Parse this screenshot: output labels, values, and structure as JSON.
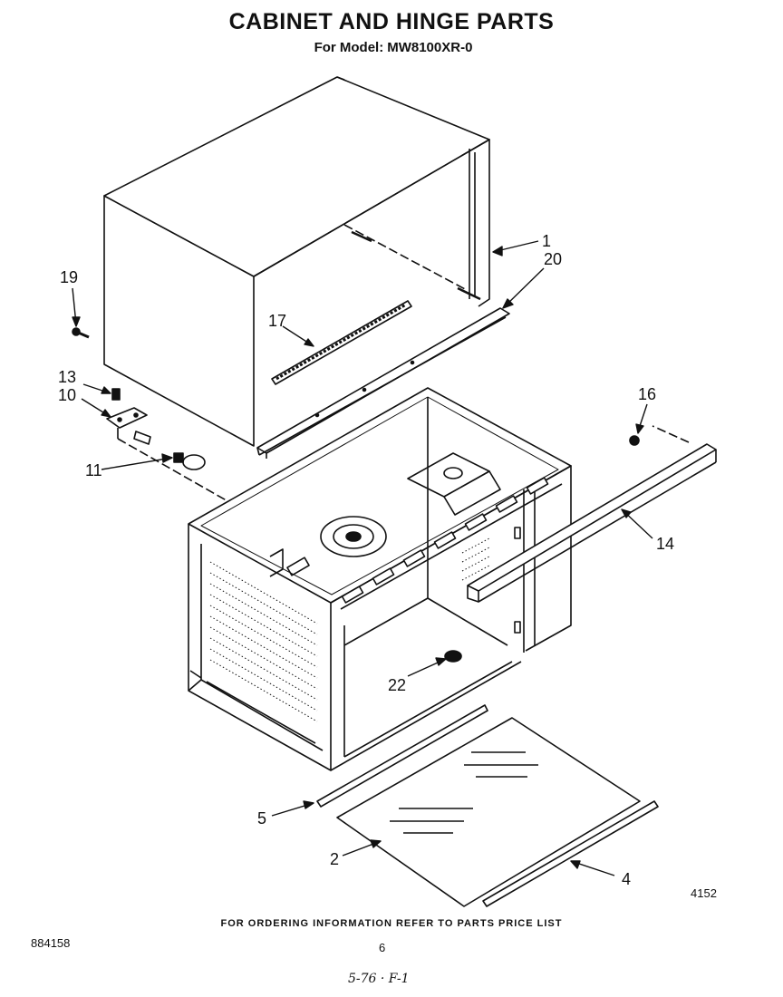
{
  "header": {
    "title": "CABINET AND HINGE PARTS",
    "model_label": "For Model:",
    "model_number": "MW8100XR-0"
  },
  "callouts": [
    {
      "id": "1",
      "text": "1"
    },
    {
      "id": "2",
      "text": "2"
    },
    {
      "id": "4",
      "text": "4"
    },
    {
      "id": "5",
      "text": "5"
    },
    {
      "id": "10",
      "text": "10"
    },
    {
      "id": "11",
      "text": "11"
    },
    {
      "id": "13",
      "text": "13"
    },
    {
      "id": "14",
      "text": "14"
    },
    {
      "id": "16",
      "text": "16"
    },
    {
      "id": "17",
      "text": "17"
    },
    {
      "id": "19",
      "text": "19"
    },
    {
      "id": "20",
      "text": "20"
    },
    {
      "id": "22",
      "text": "22"
    }
  ],
  "footer": {
    "figure_code": "4152",
    "ordering_note": "FOR ORDERING INFORMATION REFER TO PARTS PRICE LIST",
    "document_number": "884158",
    "page_number": "6",
    "handwritten_note": "5-76 · F-1"
  }
}
